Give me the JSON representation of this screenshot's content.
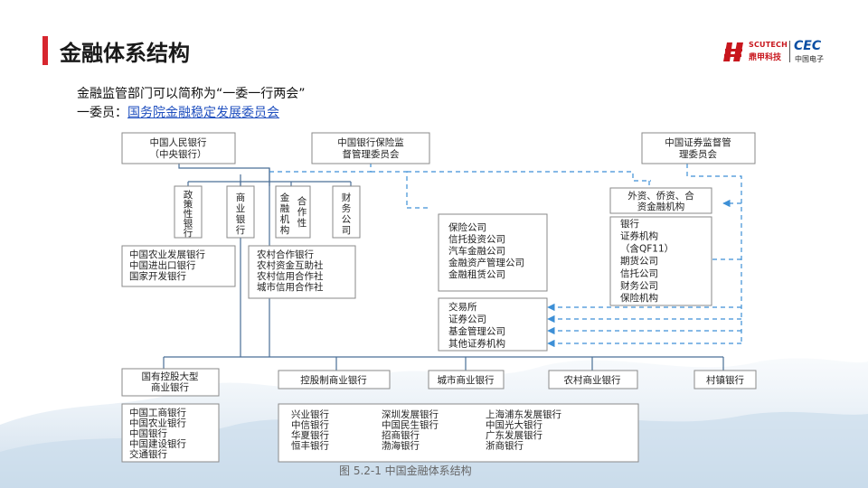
{
  "slide": {
    "title": "金融体系结构",
    "intro_line1": "金融监管部门可以简称为“一委一行两会”",
    "intro_line2_prefix": "一委员：",
    "intro_line2_link": "国务院金融稳定发展委员会",
    "caption": "图 5.2-1 中国金融体系结构"
  },
  "logo": {
    "brand_en": "SCUTECH",
    "brand_cn": "鼎甲科技",
    "partner_en": "CEC",
    "partner_cn": "中国电子"
  },
  "colors": {
    "accent": "#d7262f",
    "line": "#4a6f96",
    "arrow": "#3d8fd6",
    "box_border": "#8a8a8a"
  },
  "diagram": {
    "boxes": [
      {
        "id": "pbc",
        "lines": [
          "中国人民银行",
          "（中央银行）"
        ]
      },
      {
        "id": "cbirc",
        "lines": [
          "中国银行保险监",
          "督管理委员会"
        ]
      },
      {
        "id": "csrc",
        "lines": [
          "中国证券监督管",
          "理委员会"
        ]
      },
      {
        "id": "policy",
        "lines": [
          "政",
          "策",
          "性",
          "银",
          "行"
        ]
      },
      {
        "id": "commercial",
        "lines": [
          "商",
          "业",
          "银",
          "行"
        ]
      },
      {
        "id": "coop",
        "lines": [
          "金",
          "融",
          "机",
          "构"
        ]
      },
      {
        "id": "coop2",
        "lines": [
          "合",
          "作",
          "性"
        ]
      },
      {
        "id": "finco",
        "lines": [
          "财",
          "务",
          "公",
          "司"
        ]
      },
      {
        "id": "foreign",
        "lines": [
          "外资、侨资、合",
          "资金融机构"
        ]
      },
      {
        "id": "policy_list",
        "lines": [
          "中国农业发展银行",
          "中国进出口银行",
          "国家开发银行"
        ]
      },
      {
        "id": "coop_list",
        "lines": [
          "农村合作银行",
          "农村资金互助社",
          "农村信用合作社",
          "城市信用合作社"
        ]
      },
      {
        "id": "nonbank",
        "lines": [
          "保险公司",
          "信托投资公司",
          "汽车金融公司",
          "金融资产管理公司",
          "金融租赁公司"
        ]
      },
      {
        "id": "securities",
        "lines": [
          "交易所",
          "证券公司",
          "基金管理公司",
          "其他证券机构"
        ]
      },
      {
        "id": "foreign_list",
        "lines": [
          "银行",
          "证券机构",
          "（含QF11）",
          "期货公司",
          "信托公司",
          "财务公司",
          "保险机构"
        ]
      },
      {
        "id": "state_banks",
        "lines": [
          "国有控股大型",
          "商业银行"
        ]
      },
      {
        "id": "jsb",
        "lines": [
          "控股制商业银行"
        ]
      },
      {
        "id": "city",
        "lines": [
          "城市商业银行"
        ]
      },
      {
        "id": "rural",
        "lines": [
          "农村商业银行"
        ]
      },
      {
        "id": "village",
        "lines": [
          "村镇银行"
        ]
      },
      {
        "id": "state_list",
        "lines": [
          "中国工商银行",
          "中国农业银行",
          "中国银行",
          "中国建设银行",
          "交通银行"
        ]
      },
      {
        "id": "jsb_col1",
        "lines": [
          "兴业银行",
          "中信银行",
          "华夏银行",
          "恒丰银行"
        ]
      },
      {
        "id": "jsb_col2",
        "lines": [
          "深圳发展银行",
          "中国民生银行",
          "招商银行",
          "渤海银行"
        ]
      },
      {
        "id": "jsb_col3",
        "lines": [
          "上海浦东发展银行",
          "中国光大银行",
          "广东发展银行",
          "浙商银行"
        ]
      }
    ]
  }
}
